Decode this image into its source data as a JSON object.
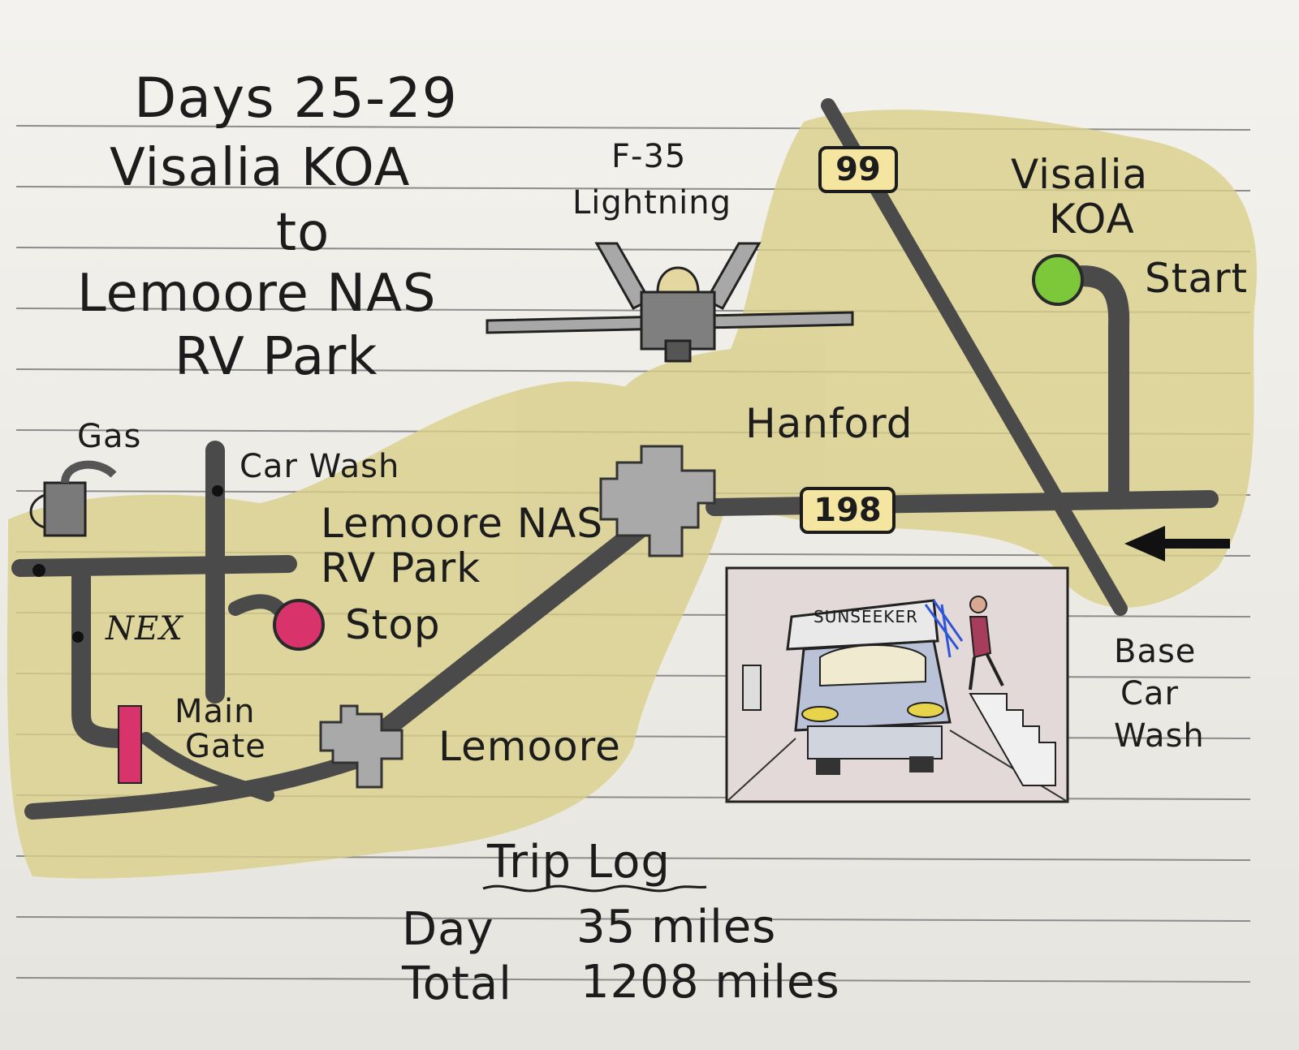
{
  "title": {
    "days": "Days 25-29",
    "line1": "Visalia KOA",
    "line2": "to",
    "line3": "Lemoore NAS",
    "line4": "RV Park"
  },
  "aircraft": {
    "line1": "F-35",
    "line2": "Lightning"
  },
  "highways": {
    "hwy99": "99",
    "hwy198": "198"
  },
  "places": {
    "visalia_line1": "Visalia",
    "visalia_line2": "KOA",
    "start": "Start",
    "hanford": "Hanford",
    "lemoore": "Lemoore",
    "nas_line1": "Lemoore NAS",
    "nas_line2": "RV Park",
    "stop": "Stop",
    "gas": "Gas",
    "car_wash": "Car Wash",
    "nex": "NEX",
    "main_gate_line1": "Main",
    "main_gate_line2": "Gate",
    "base_car_wash_line1": "Base",
    "base_car_wash_line2": "Car",
    "base_car_wash_line3": "Wash"
  },
  "rv_sign": "SUNSEEKER",
  "trip_log": {
    "heading": "Trip Log",
    "day_label": "Day",
    "day_value": "35 miles",
    "total_label": "Total",
    "total_value": "1208 miles"
  },
  "colors": {
    "road": "#4a4a4a",
    "wash": "#d9cf8a",
    "start_marker": "#7cc83a",
    "stop_marker": "#d8336a",
    "main_gate": "#d8336a",
    "town": "#a9a9a9",
    "shield": "#f4e6a0"
  },
  "icons": {
    "start": "green-circle-marker",
    "stop": "red-circle-marker",
    "gas": "gas-pump-icon",
    "direction": "arrow-left-icon",
    "aircraft": "f35-jet-icon"
  }
}
